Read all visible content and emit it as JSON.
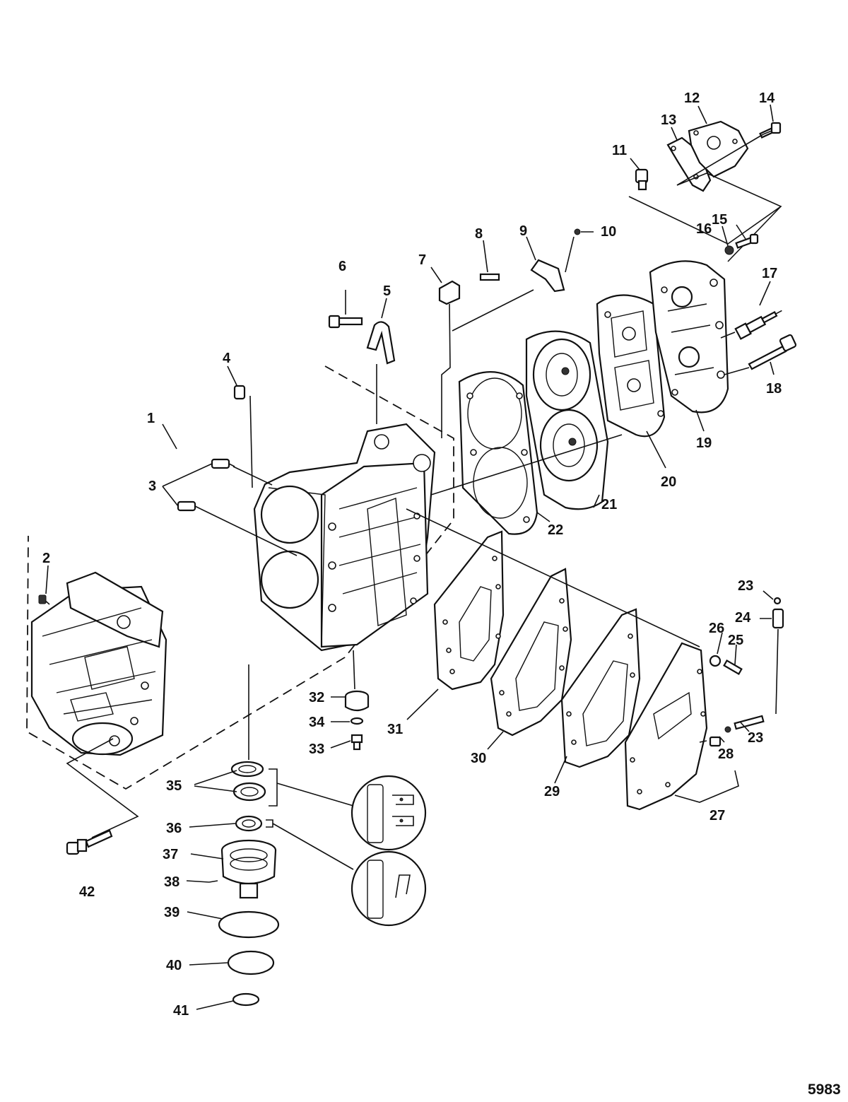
{
  "figure_number": "5983",
  "callouts": [
    {
      "id": "c1",
      "text": "1"
    },
    {
      "id": "c2",
      "text": "2"
    },
    {
      "id": "c3",
      "text": "3"
    },
    {
      "id": "c4",
      "text": "4"
    },
    {
      "id": "c5",
      "text": "5"
    },
    {
      "id": "c6",
      "text": "6"
    },
    {
      "id": "c7",
      "text": "7"
    },
    {
      "id": "c8",
      "text": "8"
    },
    {
      "id": "c9",
      "text": "9"
    },
    {
      "id": "c10",
      "text": "10"
    },
    {
      "id": "c11",
      "text": "11"
    },
    {
      "id": "c12",
      "text": "12"
    },
    {
      "id": "c13",
      "text": "13"
    },
    {
      "id": "c14",
      "text": "14"
    },
    {
      "id": "c15",
      "text": "15"
    },
    {
      "id": "c16",
      "text": "16"
    },
    {
      "id": "c17",
      "text": "17"
    },
    {
      "id": "c18",
      "text": "18"
    },
    {
      "id": "c19",
      "text": "19"
    },
    {
      "id": "c20",
      "text": "20"
    },
    {
      "id": "c21",
      "text": "21"
    },
    {
      "id": "c22",
      "text": "22"
    },
    {
      "id": "c23a",
      "text": "23"
    },
    {
      "id": "c24",
      "text": "24"
    },
    {
      "id": "c25",
      "text": "25"
    },
    {
      "id": "c26",
      "text": "26"
    },
    {
      "id": "c23b",
      "text": "23"
    },
    {
      "id": "c28",
      "text": "28"
    },
    {
      "id": "c27",
      "text": "27"
    },
    {
      "id": "c29",
      "text": "29"
    },
    {
      "id": "c30",
      "text": "30"
    },
    {
      "id": "c31",
      "text": "31"
    },
    {
      "id": "c32",
      "text": "32"
    },
    {
      "id": "c34",
      "text": "34"
    },
    {
      "id": "c33",
      "text": "33"
    },
    {
      "id": "c35",
      "text": "35"
    },
    {
      "id": "c36",
      "text": "36"
    },
    {
      "id": "c37",
      "text": "37"
    },
    {
      "id": "c38",
      "text": "38"
    },
    {
      "id": "c39",
      "text": "39"
    },
    {
      "id": "c40",
      "text": "40"
    },
    {
      "id": "c41",
      "text": "41"
    },
    {
      "id": "c42",
      "text": "42"
    }
  ]
}
